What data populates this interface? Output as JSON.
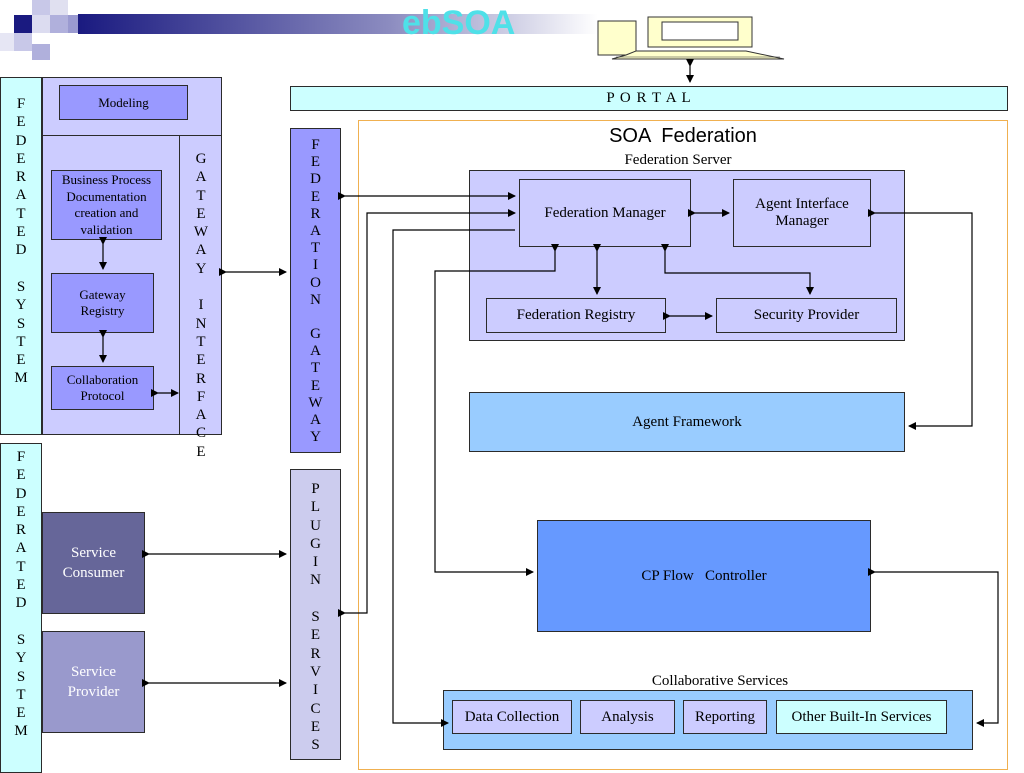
{
  "title": "ebSOA",
  "portal": "P O R T A L",
  "soa_federation": "SOA  Federation",
  "federation_server": "Federation Server",
  "federation_manager": "Federation Manager",
  "agent_interface_manager": "Agent Interface Manager",
  "federation_registry": "Federation Registry",
  "security_provider": "Security Provider",
  "agent_framework": "Agent Framework",
  "cp_flow_controller": "CP Flow   Controller",
  "collaborative_services": "Collaborative Services",
  "services": [
    "Data Collection",
    "Analysis",
    "Reporting",
    "Other Built-In Services"
  ],
  "modeling": "Modeling",
  "bp_doc": "Business Process Documentation creation and validation",
  "gateway_registry": "Gateway Registry",
  "collaboration_protocol": "Collaboration Protocol",
  "federated_system_1": [
    "F",
    "E",
    "D",
    "E",
    "R",
    "A",
    "T",
    "E",
    "D",
    "",
    "S",
    "Y",
    "S",
    "T",
    "E",
    "M"
  ],
  "federated_system_2": [
    "F",
    "E",
    "D",
    "E",
    "R",
    "A",
    "T",
    "E",
    "D",
    "",
    "S",
    "Y",
    "S",
    "T",
    "E",
    "M"
  ],
  "gateway_interface": [
    "G",
    "A",
    "T",
    "E",
    "W",
    "A",
    "Y",
    "",
    "I",
    "N",
    "T",
    "E",
    "R",
    "F",
    "A",
    "C",
    "E"
  ],
  "federation_gateway": [
    "F",
    "E",
    "D",
    "E",
    "R",
    "A",
    "T",
    "I",
    "O",
    "N",
    "",
    "G",
    "A",
    "T",
    "E",
    "W",
    "A",
    "Y"
  ],
  "plugin_services": [
    "P",
    "L",
    "U",
    "G",
    "I",
    "N",
    "",
    "S",
    "E",
    "R",
    "V",
    "I",
    "C",
    "E",
    "S"
  ],
  "service_consumer": "Service Consumer",
  "service_provider": "Service Provider",
  "colors": {
    "title": "#4fe0e8",
    "portal_fill": "#ccffff",
    "federation_gateway_fill": "#9999ff",
    "panel_fill": "#ccccff",
    "agent_framework_fill": "#99ccff",
    "cp_flow_fill": "#6699ff",
    "service_consumer_fill": "#666699",
    "service_provider_fill": "#9999cc",
    "plugin_fill": "#ccccee",
    "soa_border": "#f0b050"
  }
}
